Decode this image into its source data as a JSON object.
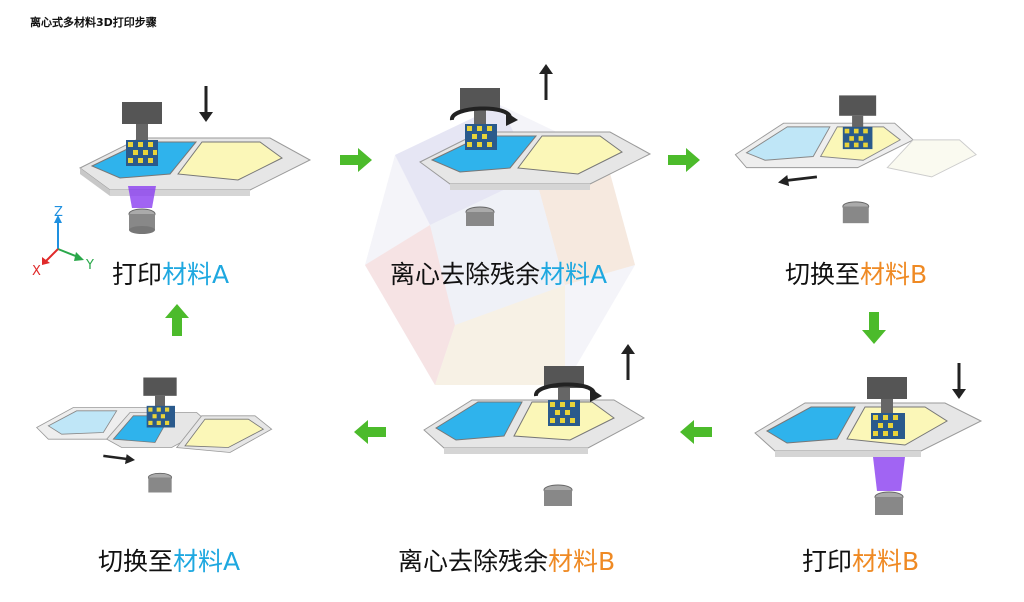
{
  "title": "离心式多材料3D打印步骤",
  "colors": {
    "material_a": "#1ea8e0",
    "material_b": "#ef8a24",
    "flow_arrow": "#4cbb2b"
  },
  "axes": {
    "z": "Z",
    "x": "X",
    "y": "Y"
  },
  "steps": [
    {
      "prefix": "打印",
      "material": "材料A",
      "material_color": "#1ea8e0"
    },
    {
      "prefix": "离心去除残余",
      "material": "材料A",
      "material_color": "#1ea8e0"
    },
    {
      "prefix": "切换至",
      "material": "材料B",
      "material_color": "#ef8a24"
    },
    {
      "prefix": "打印",
      "material": "材料B",
      "material_color": "#ef8a24"
    },
    {
      "prefix": "离心去除残余",
      "material": "材料B",
      "material_color": "#ef8a24"
    },
    {
      "prefix": "切换至",
      "material": "材料A",
      "material_color": "#1ea8e0"
    }
  ]
}
